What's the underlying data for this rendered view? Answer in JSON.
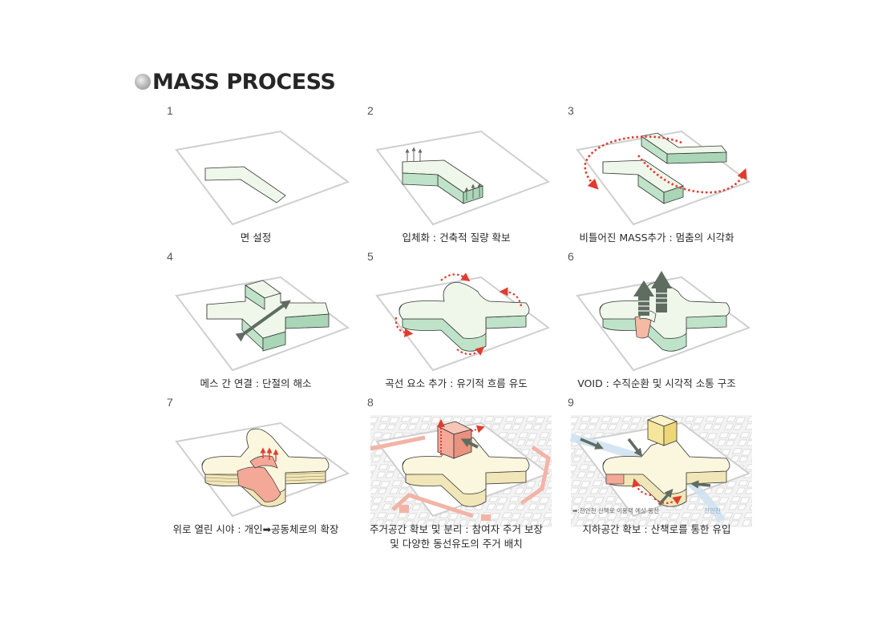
{
  "title": "MASS PROCESS",
  "panels": [
    {
      "num": "1",
      "caption": "면 설정"
    },
    {
      "num": "2",
      "caption": "입체화 : 건축적 질량 확보"
    },
    {
      "num": "3",
      "caption": "비틀어진 MASS추가 : 멈춤의 시각화"
    },
    {
      "num": "4",
      "caption": "메스 간 연결 : 단절의 해소"
    },
    {
      "num": "5",
      "caption": "곡선 요소 추가 : 유기적 흐름 유도"
    },
    {
      "num": "6",
      "caption": "VOID : 수직순환 및 시각적 소통 구조"
    },
    {
      "num": "7",
      "caption": "위로 열린 시야 : 개인➡공동체로의 확장"
    },
    {
      "num": "8",
      "caption": "주거공간 확보 및 분리 : 참여자 주거 보장",
      "caption2": "및 다양한 동선유도의 주거 배치"
    },
    {
      "num": "9",
      "caption": "지하공간 확보 : 산책로를 통한 유입"
    }
  ],
  "legend9": "➡:천안천 산책로 이용객 예상 동선",
  "river9": "천안천",
  "colors": {
    "mass_top": "#eef7ea",
    "mass_side": "#bfe3c9",
    "accent_red": "#e23b2e",
    "arrow_gray": "#5f6d60"
  }
}
